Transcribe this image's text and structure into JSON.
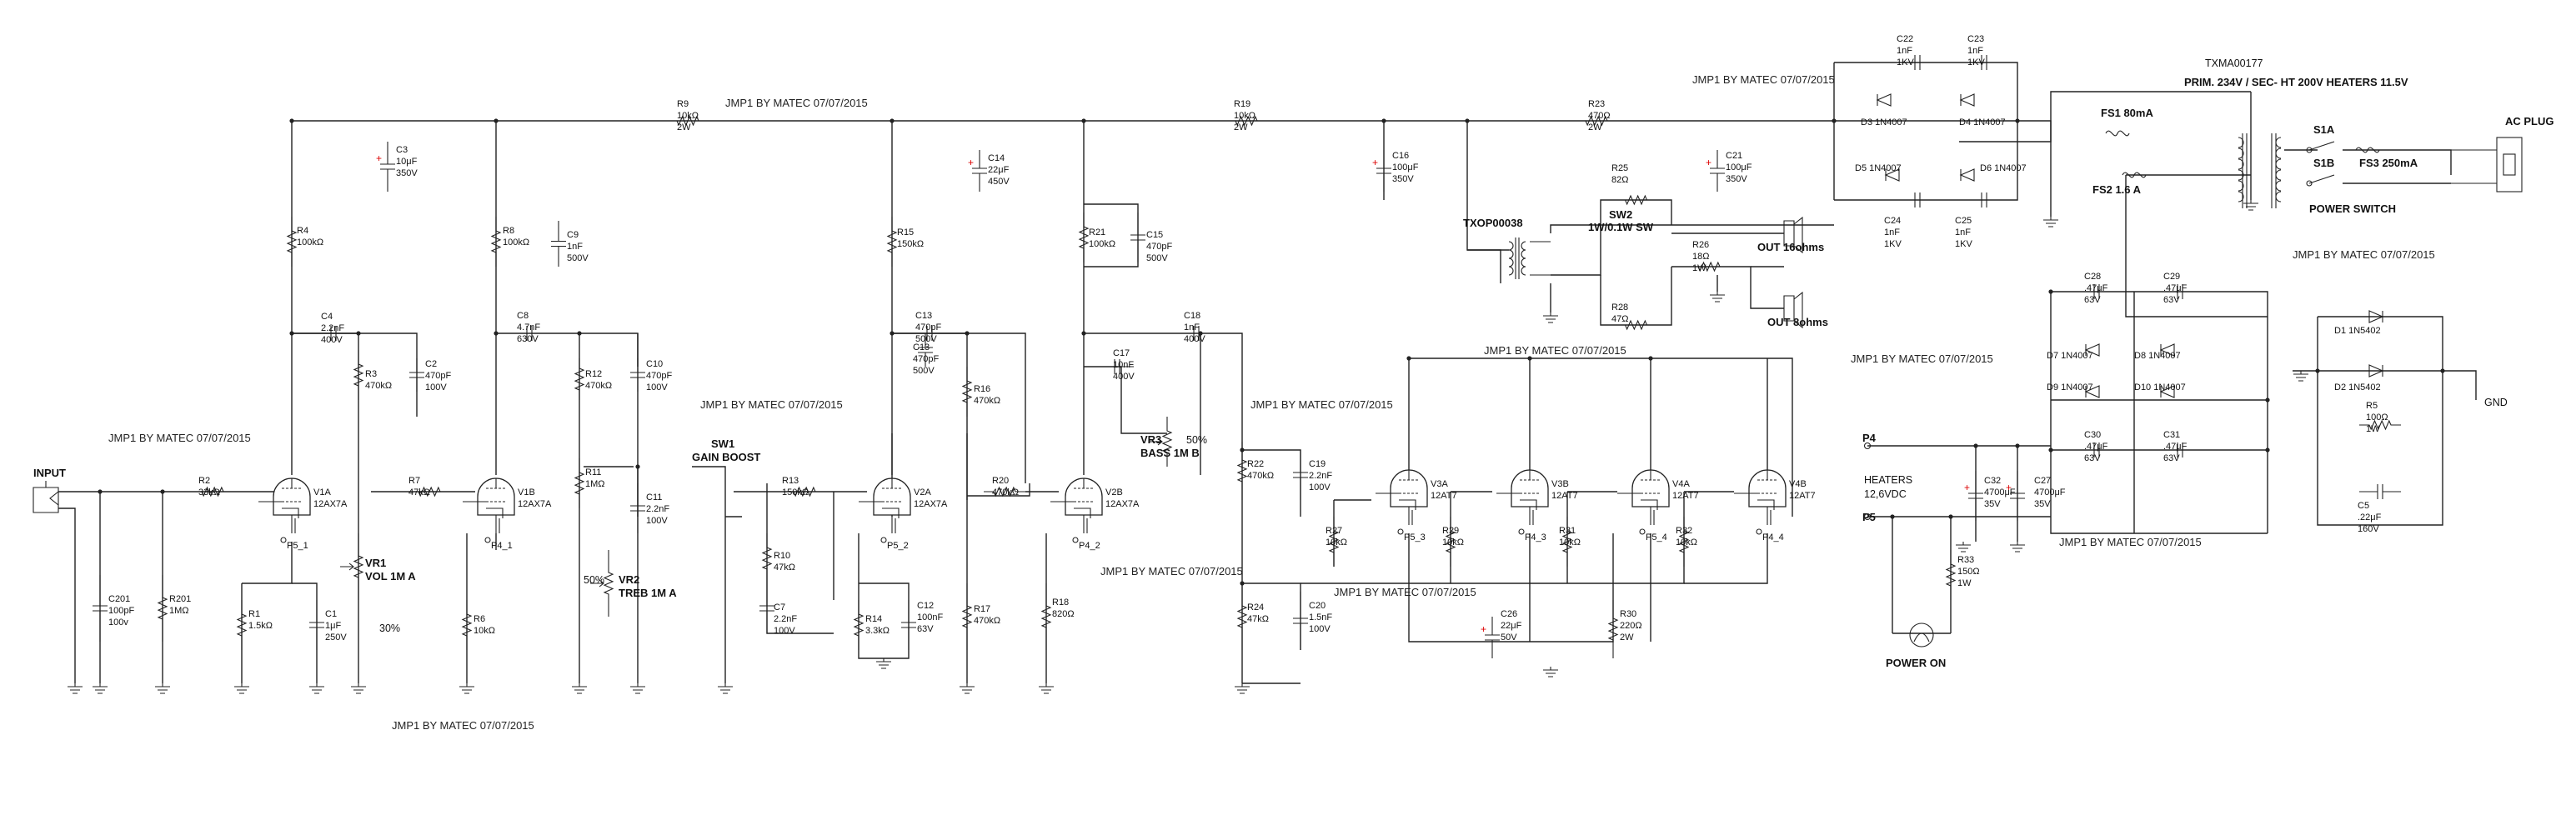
{
  "notes": [
    "JMP1 BY MATEC 07/07/2015"
  ],
  "transformer": {
    "ref": "TXMA00177",
    "spec": "PRIM. 234V / SEC- HT 200V HEATERS 11.5V"
  },
  "output_transformer": "TXOP00038",
  "labels": {
    "input": "INPUT",
    "ac_plug": "AC PLUG",
    "power_switch": "POWER SWITCH",
    "power_on": "POWER ON",
    "gnd": "GND",
    "heaters": "HEATERS",
    "heaters_v": "12,6VDC",
    "out16": "OUT 16ohms",
    "out8": "OUT 8ohms",
    "gain_boost_ref": "SW1",
    "gain_boost": "GAIN BOOST",
    "sw2_ref": "SW2",
    "sw2_val": "1W/0.1W SW",
    "p4": "P4",
    "p5": "P5",
    "pct30": "30%",
    "pct50a": "50%",
    "pct50b": "50%"
  },
  "tubes": [
    {
      "ref": "V1A",
      "type": "12AX7A",
      "pin": "P5_1"
    },
    {
      "ref": "V1B",
      "type": "12AX7A",
      "pin": "P4_1"
    },
    {
      "ref": "V2A",
      "type": "12AX7A",
      "pin": "P5_2"
    },
    {
      "ref": "V2B",
      "type": "12AX7A",
      "pin": "P4_2"
    },
    {
      "ref": "V3A",
      "type": "12AT7",
      "pin": "P5_3"
    },
    {
      "ref": "V3B",
      "type": "12AT7",
      "pin": "P4_3"
    },
    {
      "ref": "V4A",
      "type": "12AT7",
      "pin": "P5_4"
    },
    {
      "ref": "V4B",
      "type": "12AT7",
      "pin": "P4_4"
    }
  ],
  "pots": [
    {
      "ref": "VR1",
      "val": "VOL 1M A"
    },
    {
      "ref": "VR2",
      "val": "TREB 1M A"
    },
    {
      "ref": "VR3",
      "val": "BASS 1M B"
    }
  ],
  "parts": {
    "R2": [
      "R2",
      "33kΩ"
    ],
    "R201": [
      "R201",
      "1MΩ"
    ],
    "C201": [
      "C201",
      "100pF",
      "100v"
    ],
    "R1": [
      "R1",
      "1.5kΩ"
    ],
    "C1": [
      "C1",
      "1μF",
      "250V"
    ],
    "R4": [
      "R4",
      "100kΩ"
    ],
    "C3": [
      "C3",
      "10μF",
      "350V"
    ],
    "C4": [
      "C4",
      "2.2nF",
      "400V"
    ],
    "R3": [
      "R3",
      "470kΩ"
    ],
    "C2": [
      "C2",
      "470pF",
      "100V"
    ],
    "R7": [
      "R7",
      "47kΩ"
    ],
    "R6": [
      "R6",
      "10kΩ"
    ],
    "R8": [
      "R8",
      "100kΩ"
    ],
    "C9": [
      "C9",
      "1nF",
      "500V"
    ],
    "C8": [
      "C8",
      "4.7nF",
      "630V"
    ],
    "R12": [
      "R12",
      "470kΩ"
    ],
    "C10": [
      "C10",
      "470pF",
      "100V"
    ],
    "R11": [
      "R11",
      "1MΩ"
    ],
    "C11": [
      "C11",
      "2.2nF",
      "100V"
    ],
    "R9": [
      "R9",
      "10kΩ",
      "2W"
    ],
    "R13": [
      "R13",
      "150kΩ"
    ],
    "R10": [
      "R10",
      "47kΩ"
    ],
    "C7": [
      "C7",
      "2.2nF",
      "100V"
    ],
    "R15": [
      "R15",
      "150kΩ"
    ],
    "C13": [
      "C13",
      "470pF",
      "500V"
    ],
    "R16": [
      "R16",
      "470kΩ"
    ],
    "R14": [
      "R14",
      "3.3kΩ"
    ],
    "C12": [
      "C12",
      "100nF",
      "63V"
    ],
    "R17": [
      "R17",
      "470kΩ"
    ],
    "C14": [
      "C14",
      "22μF",
      "450V"
    ],
    "R20": [
      "R20",
      "470kΩ"
    ],
    "R21": [
      "R21",
      "100kΩ"
    ],
    "C15": [
      "C15",
      "470pF",
      "500V"
    ],
    "C17": [
      "C17",
      "10nF",
      "400V"
    ],
    "C18": [
      "C18",
      "1nF",
      "400V"
    ],
    "R18": [
      "R18",
      "820Ω"
    ],
    "R19": [
      "R19",
      "10kΩ",
      "2W"
    ],
    "C16": [
      "C16",
      "100μF",
      "350V"
    ],
    "R22": [
      "R22",
      "470kΩ"
    ],
    "C19": [
      "C19",
      "2.2nF",
      "100V"
    ],
    "R24": [
      "R24",
      "47kΩ"
    ],
    "C20": [
      "C20",
      "1.5nF",
      "100V"
    ],
    "R27": [
      "R27",
      "10kΩ"
    ],
    "R29": [
      "R29",
      "10kΩ"
    ],
    "R31": [
      "R31",
      "10kΩ"
    ],
    "R32": [
      "R32",
      "10kΩ"
    ],
    "C26": [
      "C26",
      "22μF",
      "50V"
    ],
    "R30": [
      "R30",
      "220Ω",
      "2W"
    ],
    "R23": [
      "R23",
      "470Ω",
      "2W"
    ],
    "C21": [
      "C21",
      "100μF",
      "350V"
    ],
    "R25": [
      "R25",
      "82Ω"
    ],
    "R26": [
      "R26",
      "18Ω",
      "1W"
    ],
    "R28": [
      "R28",
      "47Ω"
    ],
    "C22": [
      "C22",
      "1nF",
      "1KV"
    ],
    "C23": [
      "C23",
      "1nF",
      "1KV"
    ],
    "D3": [
      "D3",
      "1N4007"
    ],
    "D4": [
      "D4",
      "1N4007"
    ],
    "D5": [
      "D5",
      "1N4007"
    ],
    "D6": [
      "D6",
      "1N4007"
    ],
    "C24": [
      "C24",
      "1nF",
      "1KV"
    ],
    "C25": [
      "C25",
      "1nF",
      "1KV"
    ],
    "FS1": [
      "FS1",
      "80mA"
    ],
    "FS2": [
      "FS2",
      "1.6 A"
    ],
    "FS3": [
      "FS3",
      "250mA"
    ],
    "S1A": [
      "S1A"
    ],
    "S1B": [
      "S1B"
    ],
    "C28": [
      "C28",
      ".47μF",
      "63V"
    ],
    "C29": [
      "C29",
      ".47μF",
      "63V"
    ],
    "D7": [
      "D7",
      "1N4007"
    ],
    "D8": [
      "D8",
      "1N4007"
    ],
    "D9": [
      "D9",
      "1N4007"
    ],
    "D10": [
      "D10",
      "1N4007"
    ],
    "C30": [
      "C30",
      ".47μF",
      "63V"
    ],
    "C31": [
      "C31",
      ".47μF",
      "63V"
    ],
    "C32": [
      "C32",
      "4700μF",
      "35V"
    ],
    "C27": [
      "C27",
      "4700μF",
      "35V"
    ],
    "R33": [
      "R33",
      "150Ω",
      "1W"
    ],
    "D1": [
      "D1",
      "1N5402"
    ],
    "D2": [
      "D2",
      "1N5402"
    ],
    "R5": [
      "R5",
      "100Ω",
      "1W"
    ],
    "C5": [
      "C5",
      ".22μF",
      "160V"
    ]
  },
  "colors": {
    "wire": "#222222",
    "polarity": "#dd0000",
    "background": "#ffffff"
  }
}
